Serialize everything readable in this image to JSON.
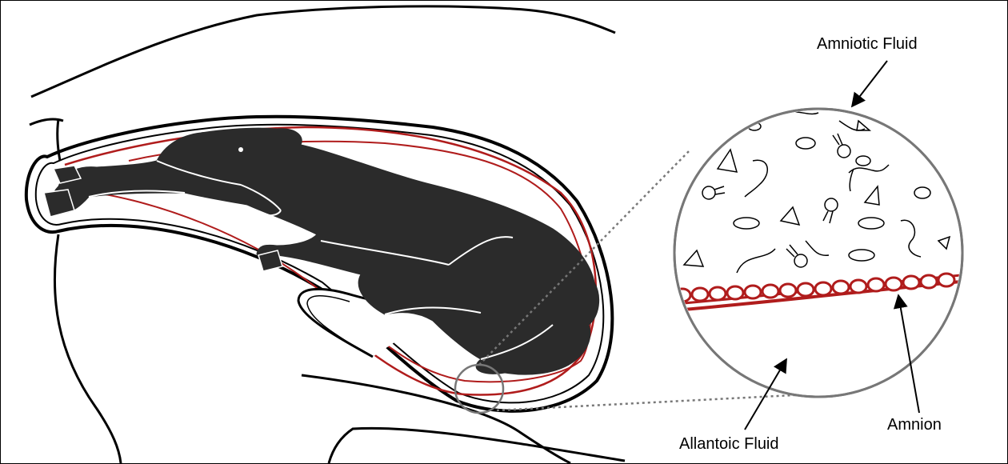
{
  "labels": {
    "amniotic_fluid": "Amniotic Fluid",
    "amnion": "Amnion",
    "allantoic_fluid": "Allantoic Fluid"
  },
  "colors": {
    "membrane_red": "#b01c1c",
    "fetus": "#2b2b2b",
    "outline": "#000000",
    "magnifier": "#777777"
  },
  "icons": {
    "fetus": "foal-silhouette-icon",
    "magnifier": "magnifier-circle-icon",
    "cells": "amnion-cell-row-icon"
  }
}
